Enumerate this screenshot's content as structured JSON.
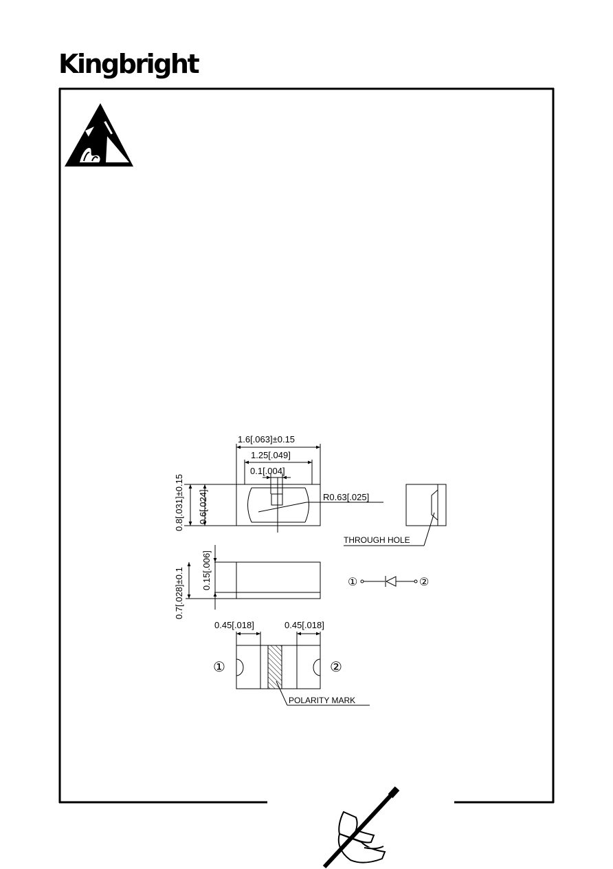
{
  "header": {
    "brand": "Kingbright"
  },
  "drawing": {
    "dim_length": "1.6[.063]±0.15",
    "dim_body": "1.25[.049]",
    "dim_pad": "0.1[.004]",
    "dim_radius": "R0.63[.025]",
    "dim_width": "0.8[.031]±0.15",
    "dim_inner_width": "0.6[.024]",
    "dim_height": "0.7[.028]±0.1",
    "dim_base": "0.15[.006]",
    "dim_term_left": "0.45[.018]",
    "dim_term_right": "0.45[.018]",
    "label_through_hole": "THROUGH  HOLE",
    "label_polarity": "POLARITY  MARK",
    "pin1": "①",
    "pin2": "②",
    "pin1_bottom": "①",
    "pin2_bottom": "②"
  }
}
